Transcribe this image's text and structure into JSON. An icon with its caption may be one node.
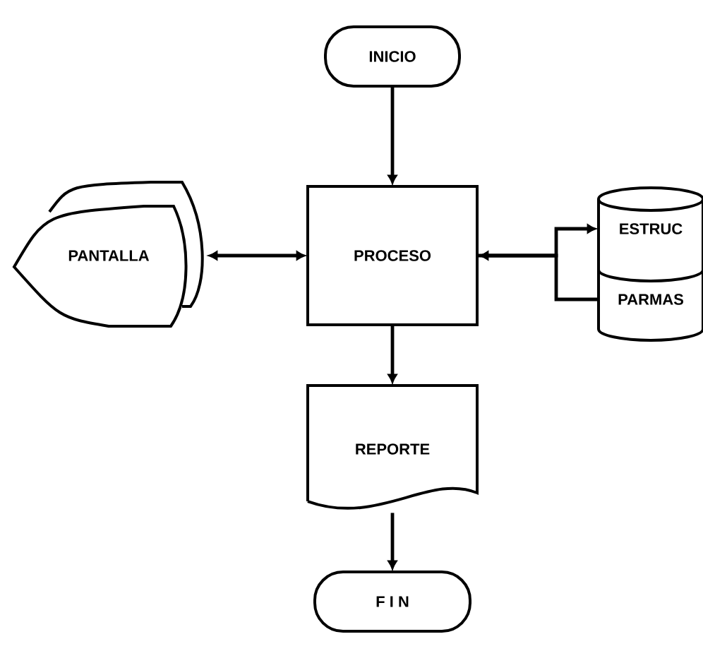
{
  "diagram": {
    "nodes": [
      {
        "text": [
          "INICIO"
        ]
      },
      {
        "text": [
          "PROCESO"
        ]
      },
      {
        "text": [
          "PANTALLA"
        ]
      },
      {
        "text": [
          "ESTRUC"
        ]
      },
      {
        "text": [
          "PARMAS"
        ]
      },
      {
        "text": [
          "REPORTE"
        ]
      },
      {
        "text": [
          "F I N"
        ]
      }
    ],
    "edges": [
      {
        "from": 0,
        "to": 1,
        "arrow": "to"
      },
      {
        "from": 2,
        "to": 1,
        "arrow": "both"
      },
      {
        "from": 1,
        "to": 3,
        "arrow": "to"
      },
      {
        "from": 4,
        "to": 1,
        "arrow": "to"
      },
      {
        "from": 1,
        "to": 5,
        "arrow": "to"
      },
      {
        "from": 5,
        "to": 6,
        "arrow": "to"
      }
    ]
  }
}
